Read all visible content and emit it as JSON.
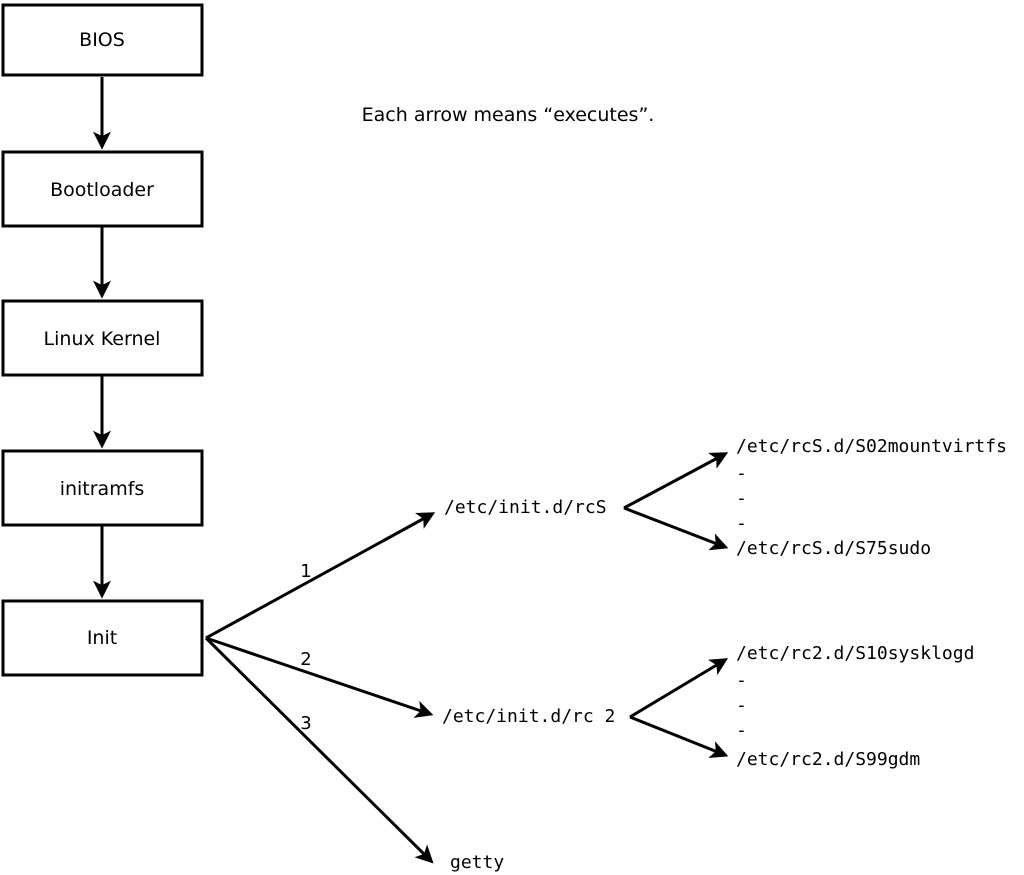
{
  "note": "Each arrow means “executes”.",
  "colors": {
    "stroke": "#000000",
    "background": "#ffffff",
    "box_fill": "#ffffff"
  },
  "chain": [
    {
      "label": "BIOS"
    },
    {
      "label": "Bootloader"
    },
    {
      "label": "Linux Kernel"
    },
    {
      "label": "initramfs"
    },
    {
      "label": "Init"
    }
  ],
  "branches": [
    {
      "order": "1",
      "target": "/etc/init.d/rcS",
      "children": [
        "/etc/rcS.d/S02mountvirtfs",
        "-",
        "-",
        "-",
        "/etc/rcS.d/S75sudo"
      ]
    },
    {
      "order": "2",
      "target": "/etc/init.d/rc 2",
      "children": [
        "/etc/rc2.d/S10sysklogd",
        "-",
        "-",
        "-",
        "/etc/rc2.d/S99gdm"
      ]
    },
    {
      "order": "3",
      "target": "getty",
      "children": []
    }
  ]
}
